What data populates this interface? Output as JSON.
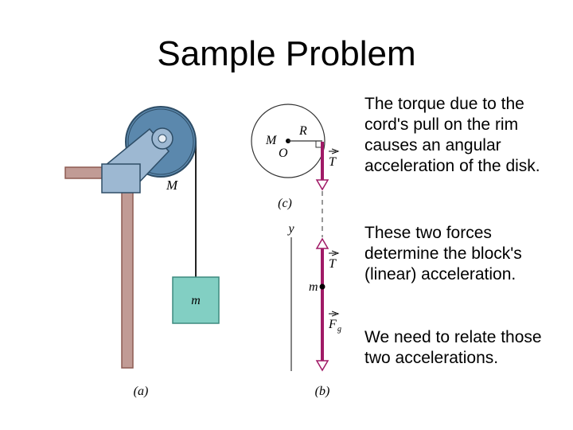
{
  "slide": {
    "title": "Sample Problem"
  },
  "figure": {
    "a": {
      "pulley_mass_label": "M",
      "block_label": "m",
      "caption": "(a)",
      "colors": {
        "table": "#c19b95",
        "table_edge": "#8d5b52",
        "pulley": "#5b88ad",
        "pulley_dark": "#2e4d66",
        "bracket": "#9db8d2",
        "block": "#82cfc3",
        "cord": "#222222"
      }
    },
    "b": {
      "axis_label": "y",
      "mass_label": "m",
      "tension_label": "T",
      "gravity_label": "F",
      "gravity_subscript": "g",
      "caption": "(b)",
      "colors": {
        "force": "#a01a66"
      }
    },
    "c": {
      "mass_label": "M",
      "radius_label": "R",
      "center_label": "O",
      "tension_label": "T",
      "caption": "(c)"
    }
  },
  "notes": [
    "The torque due to the cord's pull on the rim causes an angular acceleration of the disk.",
    "These two forces determine the block's (linear) acceleration.",
    "We need to relate those two accelerations."
  ]
}
